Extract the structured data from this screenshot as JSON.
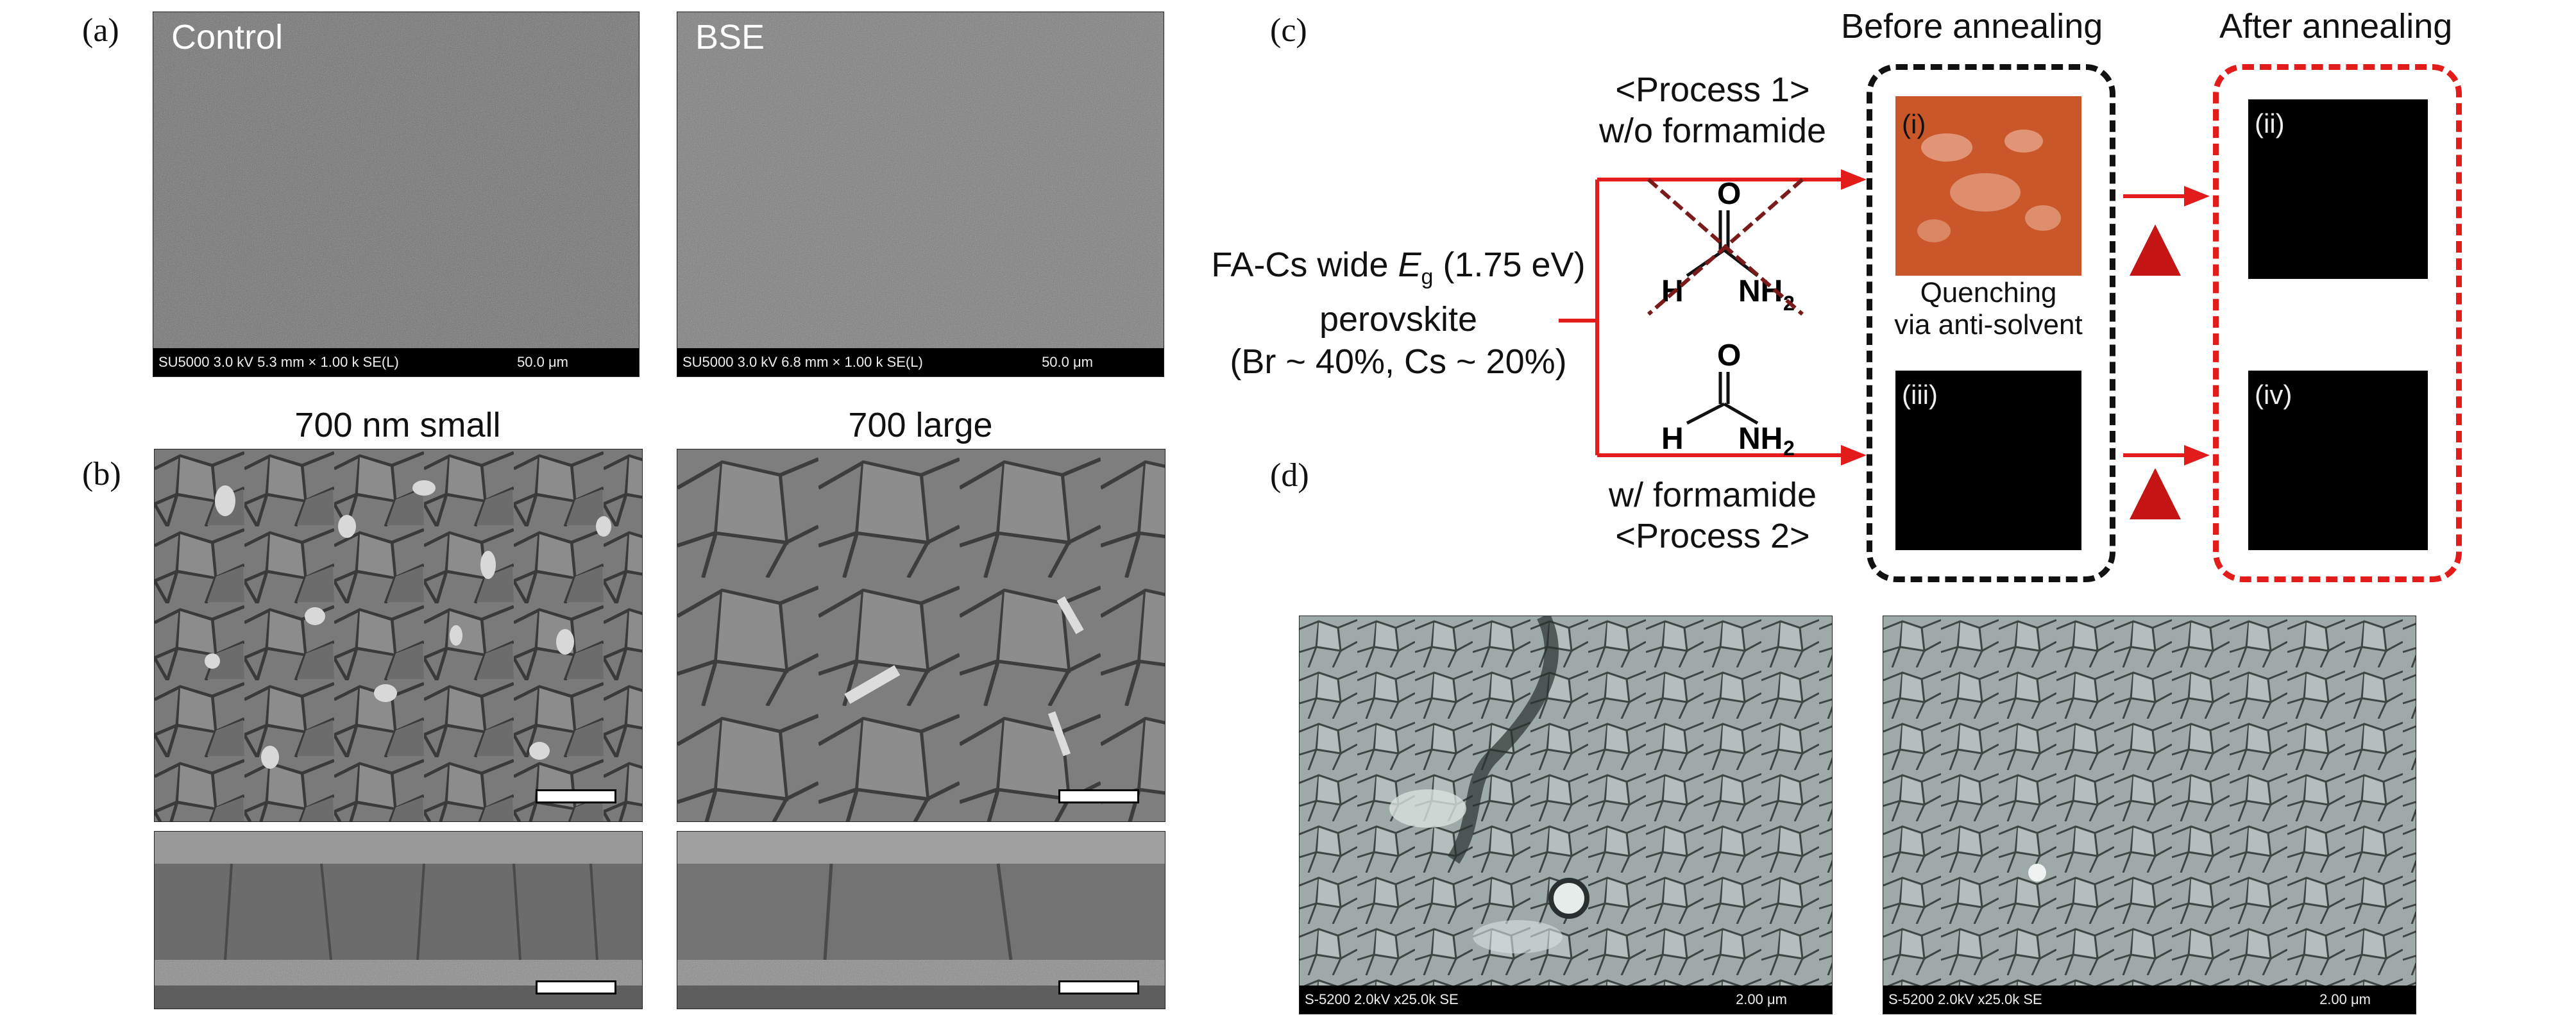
{
  "panel_a": {
    "label": "(a)",
    "left_title": "Control",
    "right_title": "BSE",
    "left_info": "SU5000 3.0 kV 5.3 mm × 1.00 k SE(L)",
    "left_scale": "50.0 μm",
    "right_info": "SU5000 3.0 kV 6.8 mm × 1.00 k SE(L)",
    "right_scale": "50.0 μm"
  },
  "panel_b": {
    "label": "(b)",
    "left_title": "700 nm small",
    "right_title": "700 large"
  },
  "panel_c": {
    "label": "(c)",
    "before": "Before annealing",
    "after": "After annealing",
    "process1": "<Process 1>",
    "wo_formamide": "w/o formamide",
    "w_formamide": "w/ formamide",
    "process2": "<Process 2>",
    "material_line1_prefix": "FA-Cs wide ",
    "material_E": "E",
    "material_sub": "g",
    "material_line1_suffix": " (1.75 eV)",
    "material_line2": "perovskite",
    "material_line3": "(Br ~ 40%, Cs ~ 20%)",
    "quench1": "Quenching",
    "quench2": "via anti-solvent",
    "molecule_O": "O",
    "molecule_H": "H",
    "molecule_NH": "NH",
    "molecule_2": "2",
    "roman_i": "(i)",
    "roman_ii": "(ii)",
    "roman_iii": "(iii)",
    "roman_iv": "(iv)",
    "colors": {
      "arrow": "#e21b1b",
      "triangle": "#c41414",
      "box_before": "#111111",
      "box_after": "#e21b1b",
      "film_orange": "#c9572a",
      "cross": "#7a1a1a"
    }
  },
  "panel_d": {
    "label": "(d)",
    "left_info": "S-5200 2.0kV x25.0k SE",
    "left_scale": "2.00 μm",
    "right_info": "S-5200 2.0kV x25.0k SE",
    "right_scale": "2.00 μm"
  }
}
